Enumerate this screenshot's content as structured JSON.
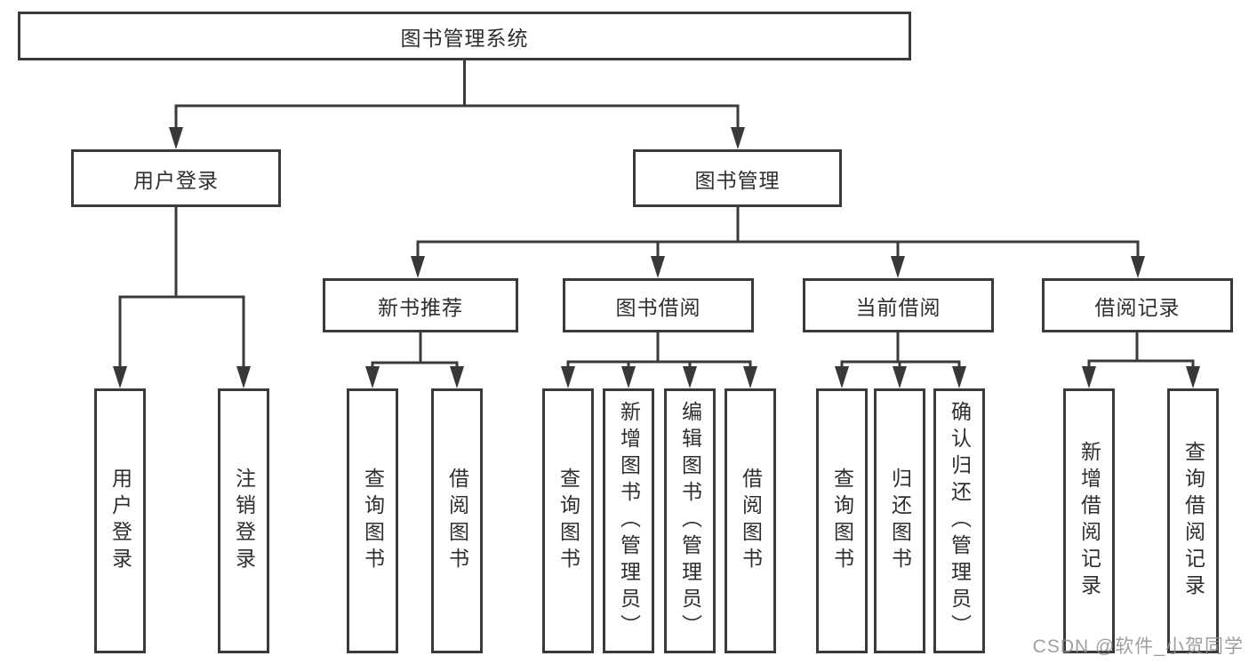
{
  "diagram": {
    "tree": {
      "label": "图书管理系统",
      "children": [
        {
          "label": "用户登录",
          "children": [
            {
              "label": "用户登录"
            },
            {
              "label": "注销登录"
            }
          ]
        },
        {
          "label": "图书管理",
          "children": [
            {
              "label": "新书推荐",
              "children": [
                {
                  "label": "查询图书"
                },
                {
                  "label": "借阅图书"
                }
              ]
            },
            {
              "label": "图书借阅",
              "children": [
                {
                  "label": "查询图书"
                },
                {
                  "label": "新增图书（管理员）"
                },
                {
                  "label": "编辑图书（管理员）"
                },
                {
                  "label": "借阅图书"
                }
              ]
            },
            {
              "label": "当前借阅",
              "children": [
                {
                  "label": "查询图书"
                },
                {
                  "label": "归还图书"
                },
                {
                  "label": "确认归还（管理员）"
                }
              ]
            },
            {
              "label": "借阅记录",
              "children": [
                {
                  "label": "新增借阅记录"
                },
                {
                  "label": "查询借阅记录"
                }
              ]
            }
          ]
        }
      ]
    },
    "colors": {
      "line": "#3a3a3a",
      "box_fill": "#ffffff",
      "text": "#2f2f2f",
      "watermark": "#8f8f8f"
    }
  },
  "watermark": "CSDN @软件_小贺同学"
}
